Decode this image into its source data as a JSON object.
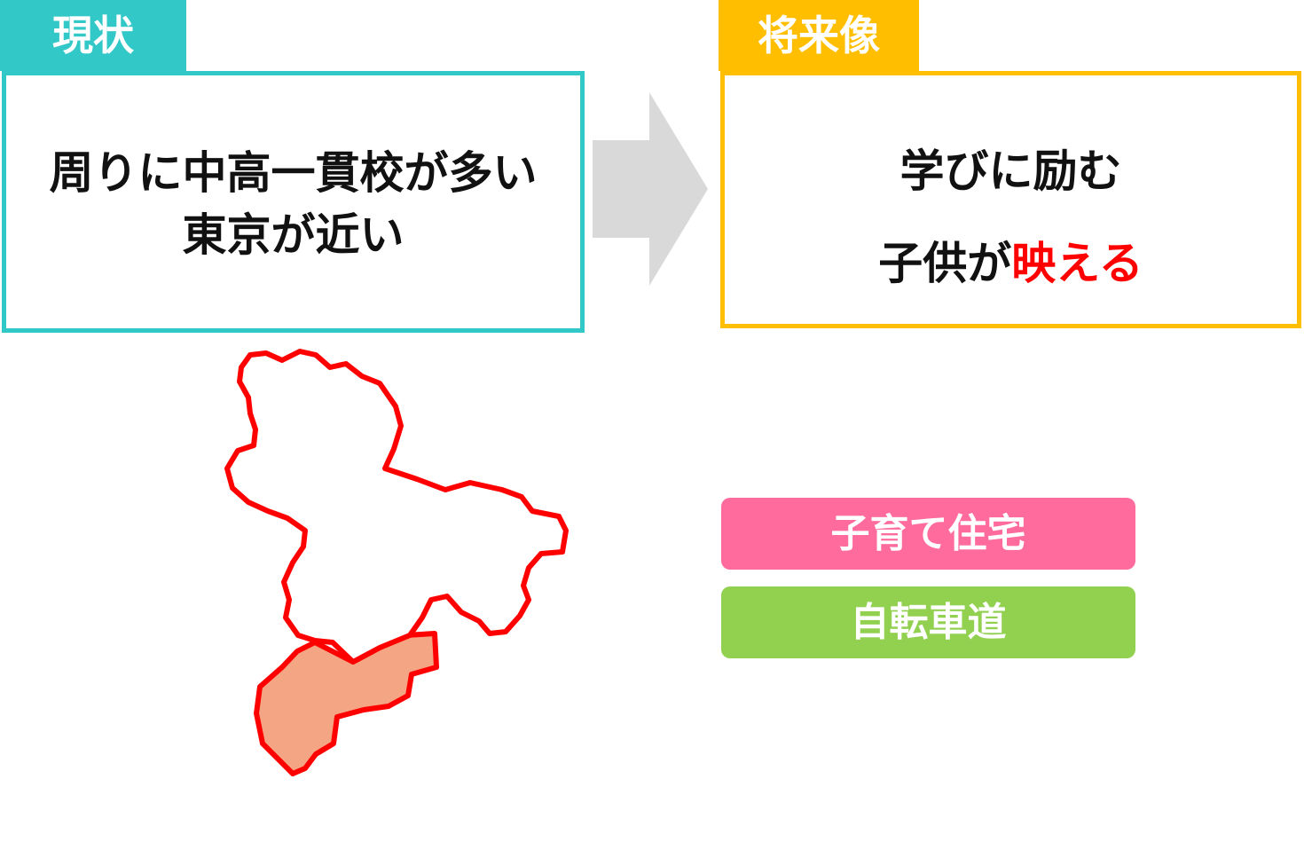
{
  "current": {
    "tab_label": "現状",
    "line1": "周りに中高一貫校が多い",
    "line2": "東京が近い"
  },
  "future": {
    "tab_label": "将来像",
    "line1": "学びに励む",
    "line2_prefix": "子供が",
    "line2_highlight": "映える"
  },
  "tags": [
    {
      "label": "子育て住宅"
    },
    {
      "label": "自転車道"
    }
  ],
  "colors": {
    "current_accent": "#33C8C8",
    "future_accent": "#FFBE00",
    "highlight_text": "#FF0000",
    "arrow": "#D9D9D9",
    "tag_housing": "#FF6B9D",
    "tag_bike": "#92D050",
    "map_outline": "#FF0000",
    "map_region_fill": "#F4A583"
  }
}
